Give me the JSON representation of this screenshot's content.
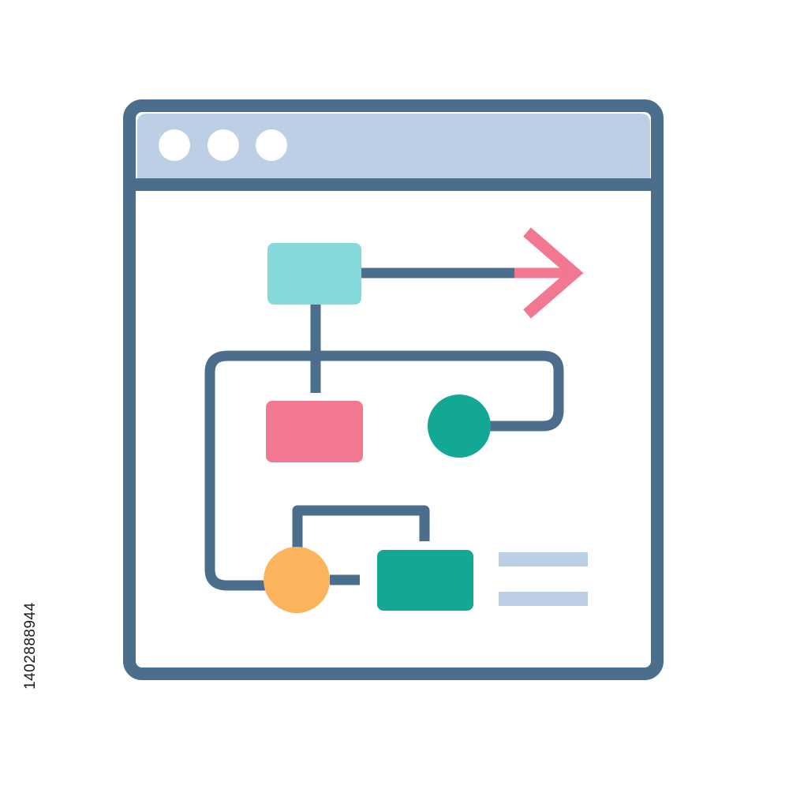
{
  "illustration": {
    "kind": "browser-window-flowchart-icon",
    "colors": {
      "stroke": "#4a6e8c",
      "titlebar": "#bccfe4",
      "window_bg": "#ffffff",
      "window_dots": "#ffffff",
      "top_process": "#84d9da",
      "pink_process": "#f27790",
      "green_circle": "#12a893",
      "orange_circle": "#fcb45c",
      "green_process": "#12a893",
      "arrow": "#f27790",
      "text_lines": "#bccfe4"
    },
    "window": {
      "dots": [
        "window-dot",
        "window-dot",
        "window-dot"
      ]
    },
    "flowchart": {
      "nodes": [
        {
          "id": "top-process",
          "shape": "rounded-rectangle",
          "color": "cyan"
        },
        {
          "id": "pink-process",
          "shape": "rounded-rectangle",
          "color": "pink"
        },
        {
          "id": "green-decision",
          "shape": "circle",
          "color": "green"
        },
        {
          "id": "orange-decision",
          "shape": "circle",
          "color": "orange"
        },
        {
          "id": "green-process",
          "shape": "rounded-rectangle",
          "color": "green"
        }
      ],
      "output_arrow": "arrow-right-icon",
      "text_placeholder_lines": 2
    }
  },
  "watermark": {
    "stock_id": "1402888944"
  }
}
